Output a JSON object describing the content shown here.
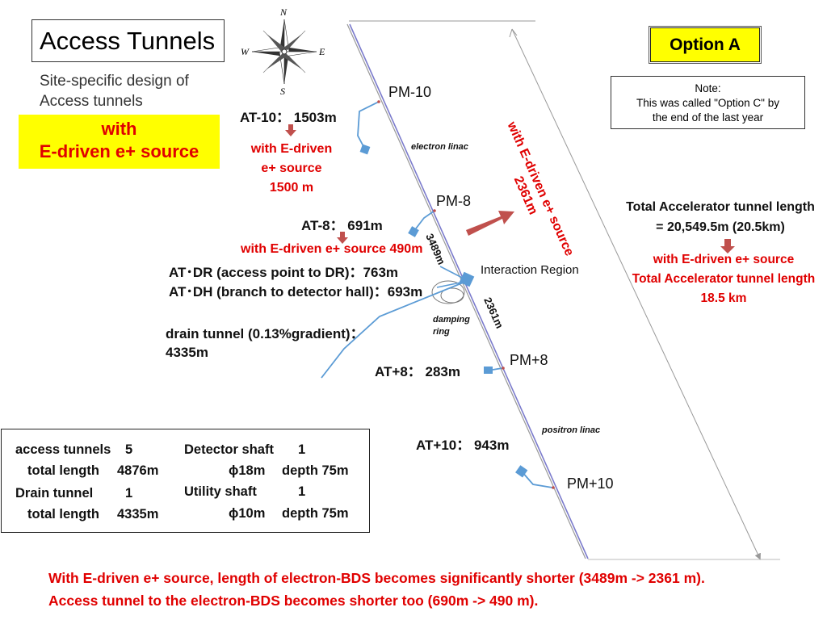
{
  "title": "Access Tunnels",
  "subtitle_lines": [
    "Site-specific design of",
    "Access tunnels"
  ],
  "highlight_lines": [
    "with",
    "E-driven e+ source"
  ],
  "option_label": "Option A",
  "note_lines": [
    "Note:",
    "This was called \"Option C\" by",
    "the end of the last year"
  ],
  "compass": {
    "n": "N",
    "s": "S",
    "e": "E",
    "w": "W"
  },
  "points": {
    "pm_minus10": "PM-10",
    "pm_minus8": "PM-8",
    "pm_plus8": "PM+8",
    "pm_plus10": "PM+10",
    "interaction_region": "Interaction Region",
    "electron_linac": "electron linac",
    "positron_linac": "positron linac",
    "damping_ring": [
      "damping",
      "ring"
    ]
  },
  "tunnels": {
    "at_minus10": "AT-10：  1503m",
    "at_minus10_red": [
      "with E-driven",
      "e+ source",
      "1500 m"
    ],
    "at_minus8": "AT-8：  691m",
    "at_minus8_red": "with E-driven e+ source 490m",
    "at_dr": "AT･DR (access point to DR)：763m",
    "at_dh": "AT･DH (branch to detector hall)：693m",
    "drain": [
      "drain tunnel (0.13%gradient)：",
      "4335m"
    ],
    "at_plus8": "AT+8：  283m",
    "at_plus10": "AT+10：  943m"
  },
  "bds": {
    "length_old": "3489m",
    "length_new": "2361m",
    "rotated_red": [
      "with E-driven e+ source",
      "2361m"
    ]
  },
  "total_length": {
    "lines": [
      "Total Accelerator tunnel length",
      "= 20,549.5m (20.5km)"
    ],
    "red_lines": [
      "with E-driven e+ source",
      "Total Accelerator tunnel length",
      "18.5 km"
    ]
  },
  "summary": {
    "access_tunnels_label": "access tunnels",
    "access_tunnels_count": "5",
    "access_total_label": "total length",
    "access_total_value": "4876m",
    "drain_label": "Drain tunnel",
    "drain_count": "1",
    "drain_total_label": "total length",
    "drain_total_value": "4335m",
    "detector_shaft_label": "Detector shaft",
    "detector_shaft_count": "1",
    "detector_dim": "ɸ18m",
    "detector_depth": "depth 75m",
    "utility_shaft_label": "Utility shaft",
    "utility_shaft_count": "1",
    "utility_dim": "ɸ10m",
    "utility_depth": "depth 75m"
  },
  "bottom_lines": [
    "With E-driven e+ source, length of electron-BDS becomes significantly shorter (3489m -> 2361 m).",
    "Access tunnel to the electron-BDS becomes shorter too (690m -> 490 m)."
  ],
  "colors": {
    "red": "#e00000",
    "yellow": "#ffff00",
    "tunnel_blue": "#5b9bd5",
    "arrow_red": "#c0504d"
  }
}
